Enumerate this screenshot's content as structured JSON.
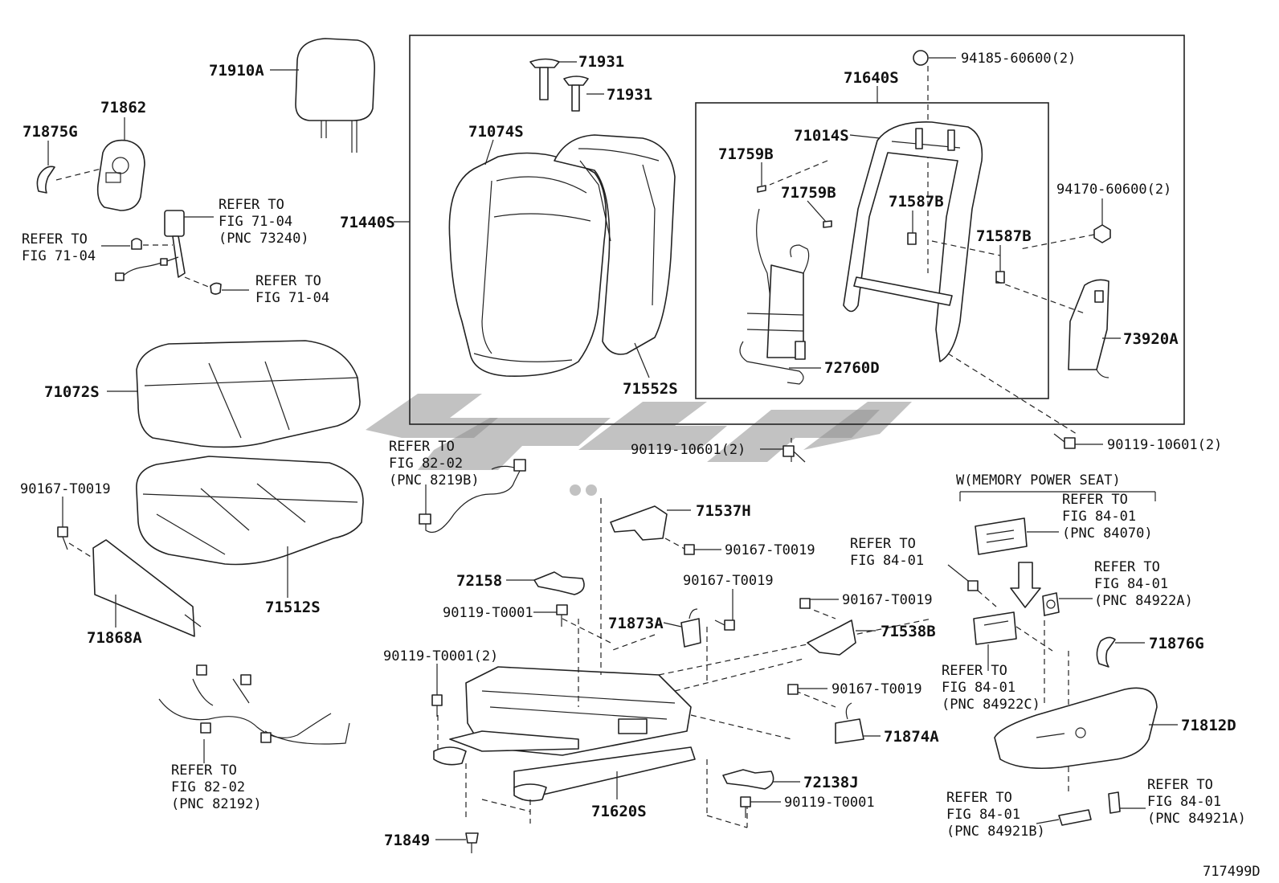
{
  "diagram_id": "717499D",
  "memory_note": "W(MEMORY POWER SEAT)",
  "labels": {
    "l71910A": "71910A",
    "l71862": "71862",
    "l71875G": "71875G",
    "l71931a": "71931",
    "l71931b": "71931",
    "l71074S": "71074S",
    "l71640S": "71640S",
    "l71014S": "71014S",
    "l71759Ba": "71759B",
    "l71759Bb": "71759B",
    "l71587Ba": "71587B",
    "l71587Bb": "71587B",
    "l94185": "94185-60600(2)",
    "l94170": "94170-60600(2)",
    "l71440S": "71440S",
    "l73920A": "73920A",
    "l72760D": "72760D",
    "l71552S": "71552S",
    "l71072S": "71072S",
    "l90119_10601a": "90119-10601(2)",
    "l90119_10601b": "90119-10601(2)",
    "l90167_a": "90167-T0019",
    "l90167_b": "90167-T0019",
    "l90167_c": "90167-T0019",
    "l90167_d": "90167-T0019",
    "l90167_e": "90167-T0019",
    "l71537H": "71537H",
    "l72158": "72158",
    "l90119_T0001a": "90119-T0001",
    "l90119_T0001b": "90119-T0001(2)",
    "l90119_T0001c": "90119-T0001",
    "l71873A": "71873A",
    "l71538B": "71538B",
    "l71874A": "71874A",
    "l72138J": "72138J",
    "l71620S": "71620S",
    "l71849": "71849",
    "l71512S": "71512S",
    "l71868A": "71868A",
    "l71876G": "71876G",
    "l71812D": "71812D"
  },
  "refers": {
    "r1": [
      "REFER TO",
      "FIG 71-04",
      "(PNC 73240)"
    ],
    "r2": [
      "REFER TO",
      "FIG 71-04"
    ],
    "r3": [
      "REFER TO",
      "FIG 71-04"
    ],
    "r4": [
      "REFER TO",
      "FIG 82-02",
      "(PNC 8219B)"
    ],
    "r5": [
      "REFER TO",
      "FIG 82-02",
      "(PNC 82192)"
    ],
    "r6": [
      "REFER TO",
      "FIG 84-01",
      "(PNC 84070)"
    ],
    "r7": [
      "REFER TO",
      "FIG 84-01"
    ],
    "r8": [
      "REFER TO",
      "FIG 84-01",
      "(PNC 84922A)"
    ],
    "r9": [
      "REFER TO",
      "FIG 84-01",
      "(PNC 84922C)"
    ],
    "r10": [
      "REFER TO",
      "FIG 84-01",
      "(PNC 84921B)"
    ],
    "r11": [
      "REFER TO",
      "FIG 84-01",
      "(PNC 84921A)"
    ]
  }
}
